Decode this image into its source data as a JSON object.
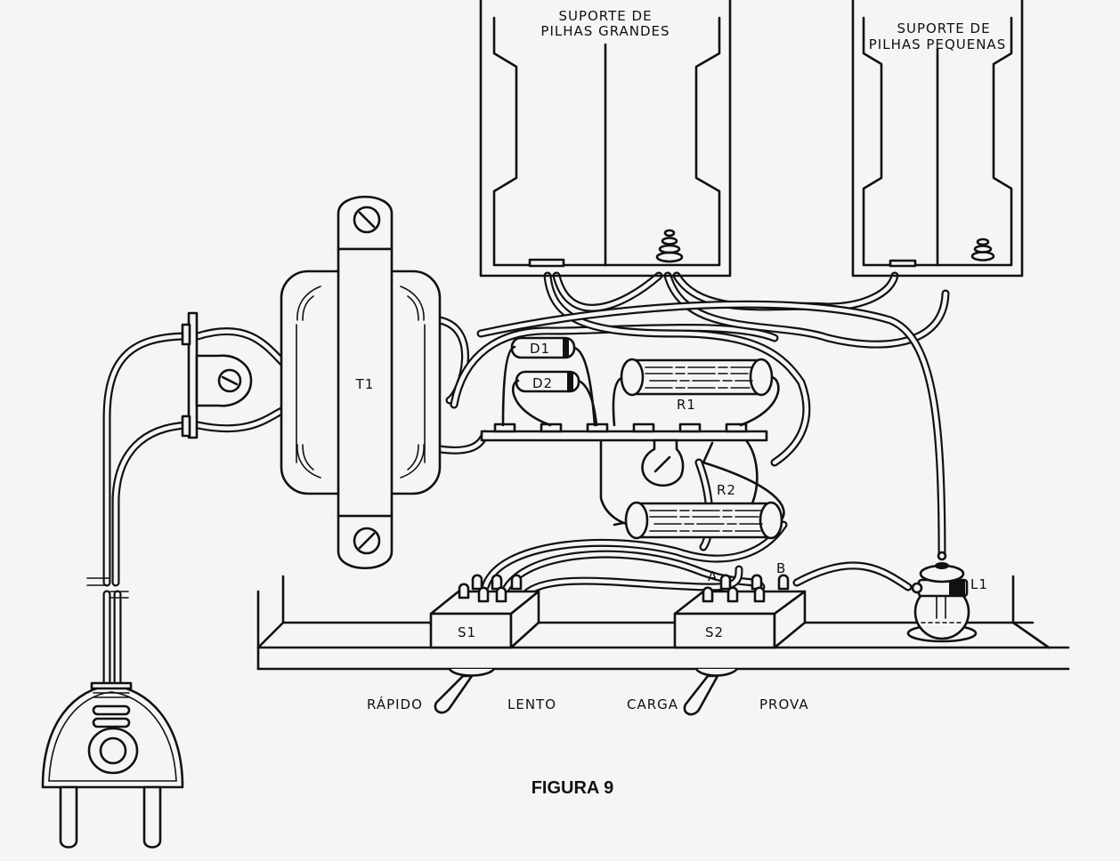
{
  "figure": {
    "caption": "FIGURA 9",
    "description": "Wiring assembly diagram of a battery charger/tester"
  },
  "labels": {
    "large_holder": [
      "SUPORTE DE",
      "PILHAS GRANDES"
    ],
    "small_holder": [
      "SUPORTE DE",
      "PILHAS PEQUENAS"
    ],
    "transformer": "T1",
    "diode1": "D1",
    "diode2": "D2",
    "resistor1": "R1",
    "resistor2": "R2",
    "switch1": "S1",
    "switch2": "S2",
    "terminal_a": "A",
    "terminal_b": "B",
    "lamp": "L1",
    "s1_left": "RÁPIDO",
    "s1_right": "LENTO",
    "s2_left": "CARGA",
    "s2_right": "PROVA"
  },
  "colors": {
    "ink": "#111111",
    "paper": "#f5f5f3"
  }
}
